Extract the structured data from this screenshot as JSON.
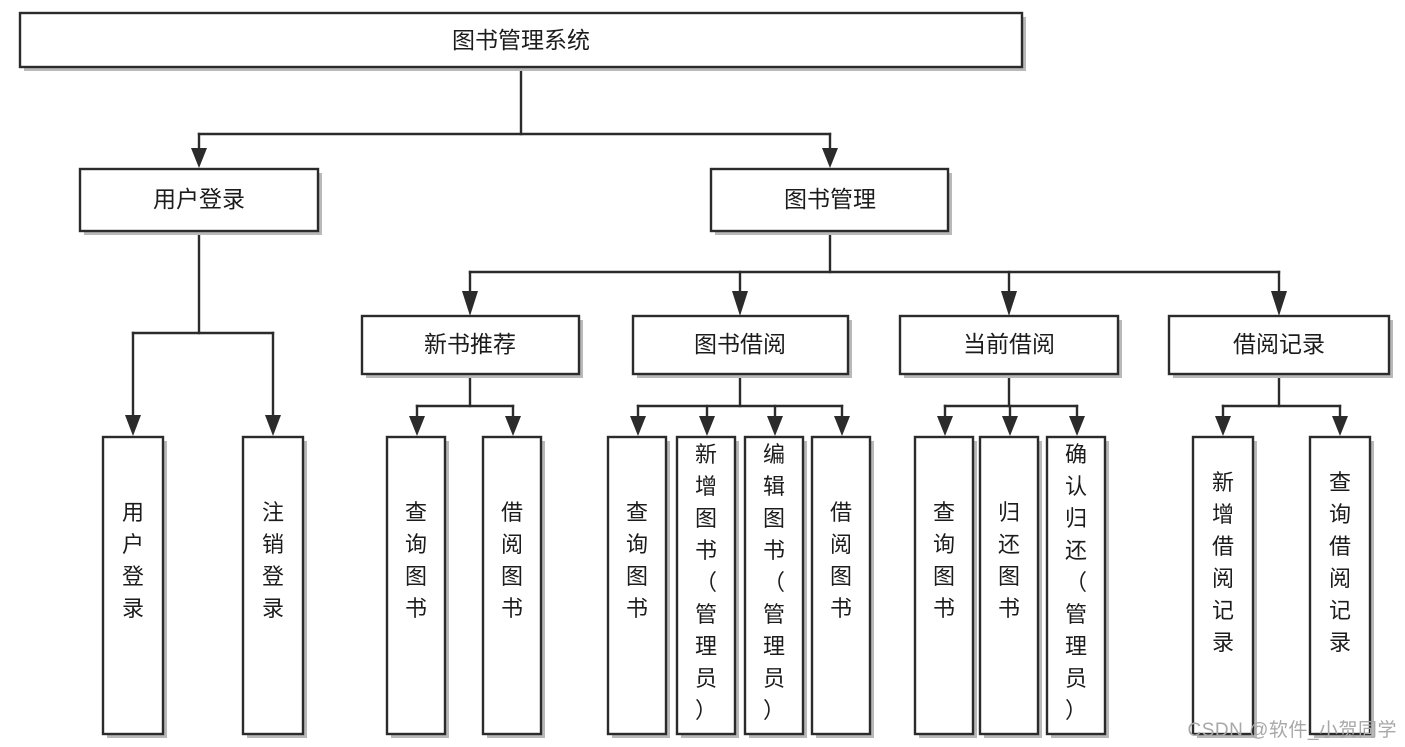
{
  "diagram": {
    "type": "tree",
    "title": "图书管理系统",
    "watermark": "CSDN @软件_小贺同学",
    "levels": {
      "root": {
        "label": "图书管理系统"
      },
      "level2": [
        {
          "id": "user-login",
          "label": "用户登录"
        },
        {
          "id": "book-manage",
          "label": "图书管理"
        }
      ],
      "level3": [
        {
          "id": "new-book-rec",
          "label": "新书推荐"
        },
        {
          "id": "book-borrow",
          "label": "图书借阅"
        },
        {
          "id": "current-borrow",
          "label": "当前借阅"
        },
        {
          "id": "borrow-record",
          "label": "借阅记录"
        }
      ],
      "level4": [
        {
          "id": "leaf-user-login",
          "parent": "user-login",
          "label": "用户登录"
        },
        {
          "id": "leaf-logout",
          "parent": "user-login",
          "label": "注销登录"
        },
        {
          "id": "leaf-query-book-1",
          "parent": "new-book-rec",
          "label": "查询图书"
        },
        {
          "id": "leaf-borrow-book-1",
          "parent": "new-book-rec",
          "label": "借阅图书"
        },
        {
          "id": "leaf-query-book-2",
          "parent": "book-borrow",
          "label": "查询图书"
        },
        {
          "id": "leaf-add-book",
          "parent": "book-borrow",
          "label": "新增图书（管理员）"
        },
        {
          "id": "leaf-edit-book",
          "parent": "book-borrow",
          "label": "编辑图书（管理员）"
        },
        {
          "id": "leaf-borrow-book-2",
          "parent": "book-borrow",
          "label": "借阅图书"
        },
        {
          "id": "leaf-query-book-3",
          "parent": "current-borrow",
          "label": "查询图书"
        },
        {
          "id": "leaf-return-book",
          "parent": "current-borrow",
          "label": "归还图书"
        },
        {
          "id": "leaf-confirm-return",
          "parent": "current-borrow",
          "label": "确认归还（管理员）"
        },
        {
          "id": "leaf-add-record",
          "parent": "borrow-record",
          "label": "新增借阅记录"
        },
        {
          "id": "leaf-query-record",
          "parent": "borrow-record",
          "label": "查询借阅记录"
        }
      ]
    },
    "colors": {
      "box_stroke": "#2b2b2b",
      "box_fill": "#ffffff",
      "text": "#1c1c1c",
      "shadow": "#b9b9b9",
      "watermark": "#a8a8a8",
      "background": "#ffffff"
    }
  }
}
